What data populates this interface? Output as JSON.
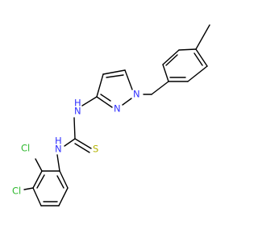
{
  "molecule": {
    "atoms": [
      {
        "id": "cl_top",
        "text": "Cl",
        "color": "#2eb82e"
      },
      {
        "id": "cl_bottom",
        "text": "Cl",
        "color": "#2eb82e"
      },
      {
        "id": "n_thiourea_upper",
        "text": "N",
        "color": "#3333ff"
      },
      {
        "id": "h_thiourea_upper",
        "text": "H",
        "color": "#3333ff"
      },
      {
        "id": "n_thiourea_lower",
        "text": "N",
        "color": "#3333ff"
      },
      {
        "id": "h_thiourea_lower",
        "text": "H",
        "color": "#3333ff"
      },
      {
        "id": "s_thione",
        "text": "S",
        "color": "#b3b300"
      },
      {
        "id": "n_pyrazole_1",
        "text": "N",
        "color": "#3333ff"
      },
      {
        "id": "n_pyrazole_2",
        "text": "N",
        "color": "#3333ff"
      }
    ],
    "bond_color": "#000000"
  }
}
